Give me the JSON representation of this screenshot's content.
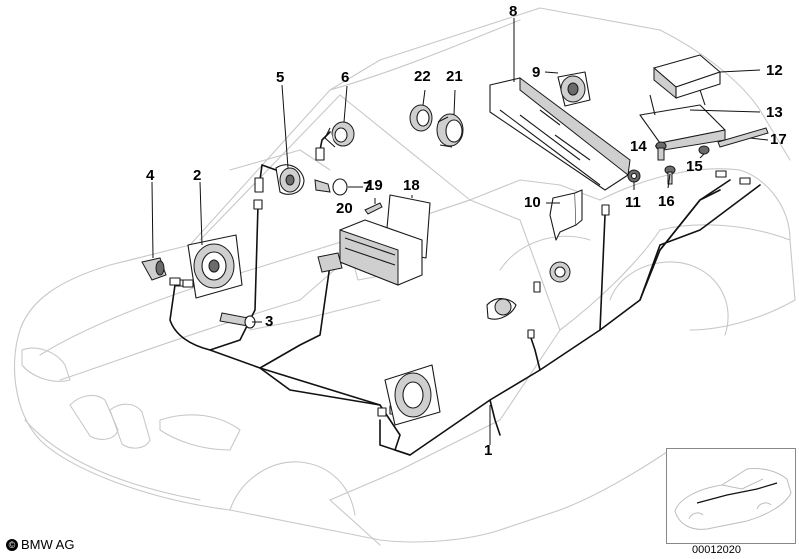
{
  "diagram": {
    "callouts": [
      "1",
      "2",
      "3",
      "4",
      "5",
      "6",
      "7",
      "8",
      "9",
      "10",
      "11",
      "12",
      "13",
      "14",
      "15",
      "16",
      "17",
      "18",
      "19",
      "20",
      "21",
      "22"
    ],
    "copyright": "BMW AG",
    "diagram_id": "00012020"
  }
}
